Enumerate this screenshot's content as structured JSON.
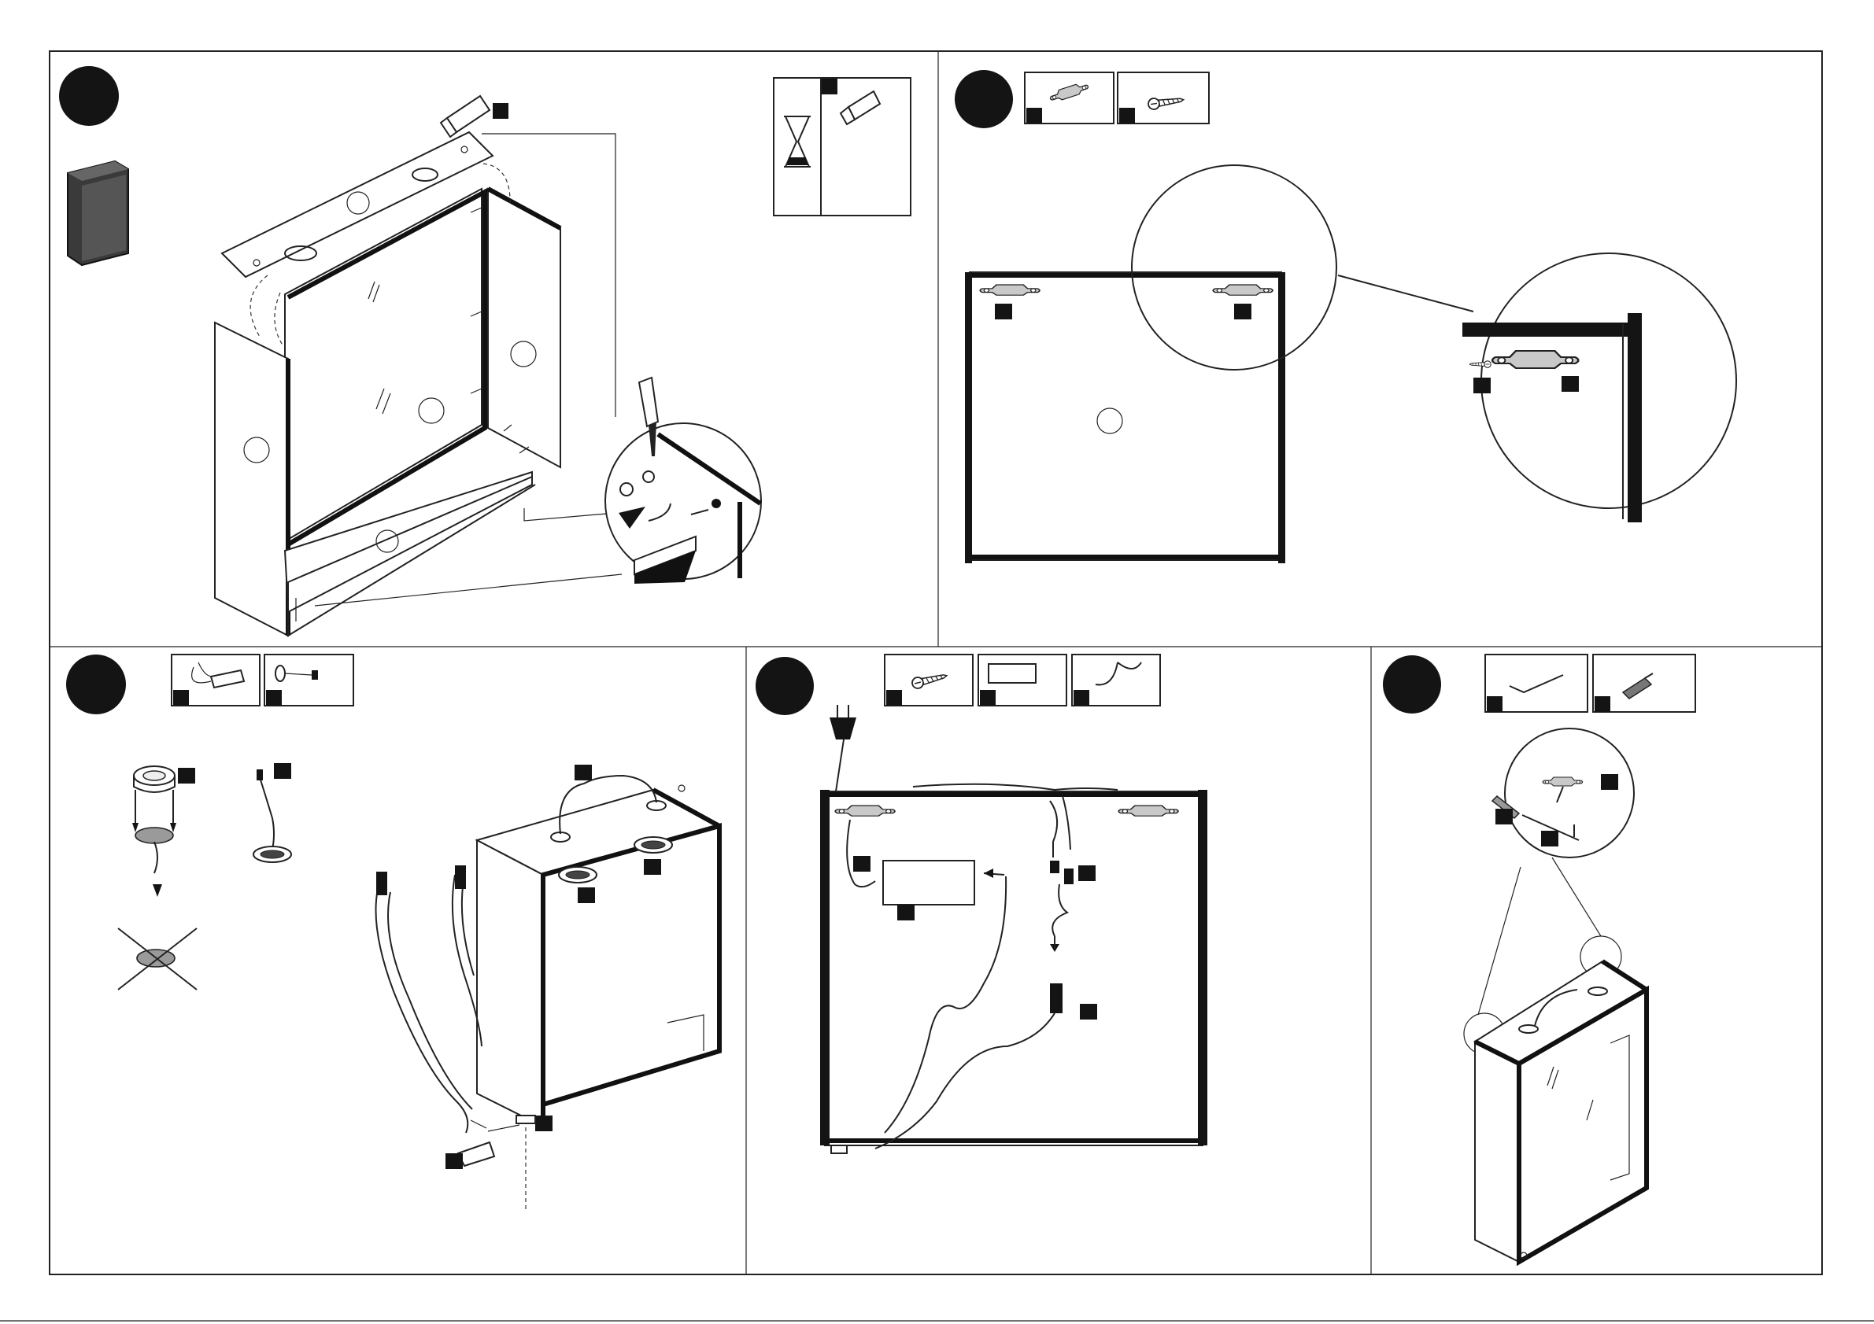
{
  "sheet": {
    "panels": [
      {
        "id": "panel-1",
        "step_marker": "",
        "parts": [
          "tube-icon"
        ]
      },
      {
        "id": "panel-2",
        "step_marker": "",
        "parts": [
          "bracket-icon",
          "screw-icon"
        ]
      },
      {
        "id": "panel-3",
        "step_marker": "",
        "parts": [
          "connector-block-icon",
          "puck-light-cable-icon"
        ]
      },
      {
        "id": "panel-4",
        "step_marker": "",
        "parts": [
          "screw-icon",
          "power-supply-box-icon",
          "cable-icon"
        ]
      },
      {
        "id": "panel-5",
        "step_marker": "",
        "parts": [
          "hex-key-icon",
          "wall-plug-icon"
        ]
      }
    ],
    "icons": [
      "glue-tube-icon",
      "hourglass-icon",
      "screwdriver-icon",
      "rotate-arrow-icon",
      "power-plug-icon",
      "no-symbol-icon"
    ],
    "colors": {
      "line": "#222222",
      "marker": "#141414",
      "part_gray": "#9a9a9a",
      "background": "#ffffff"
    }
  }
}
